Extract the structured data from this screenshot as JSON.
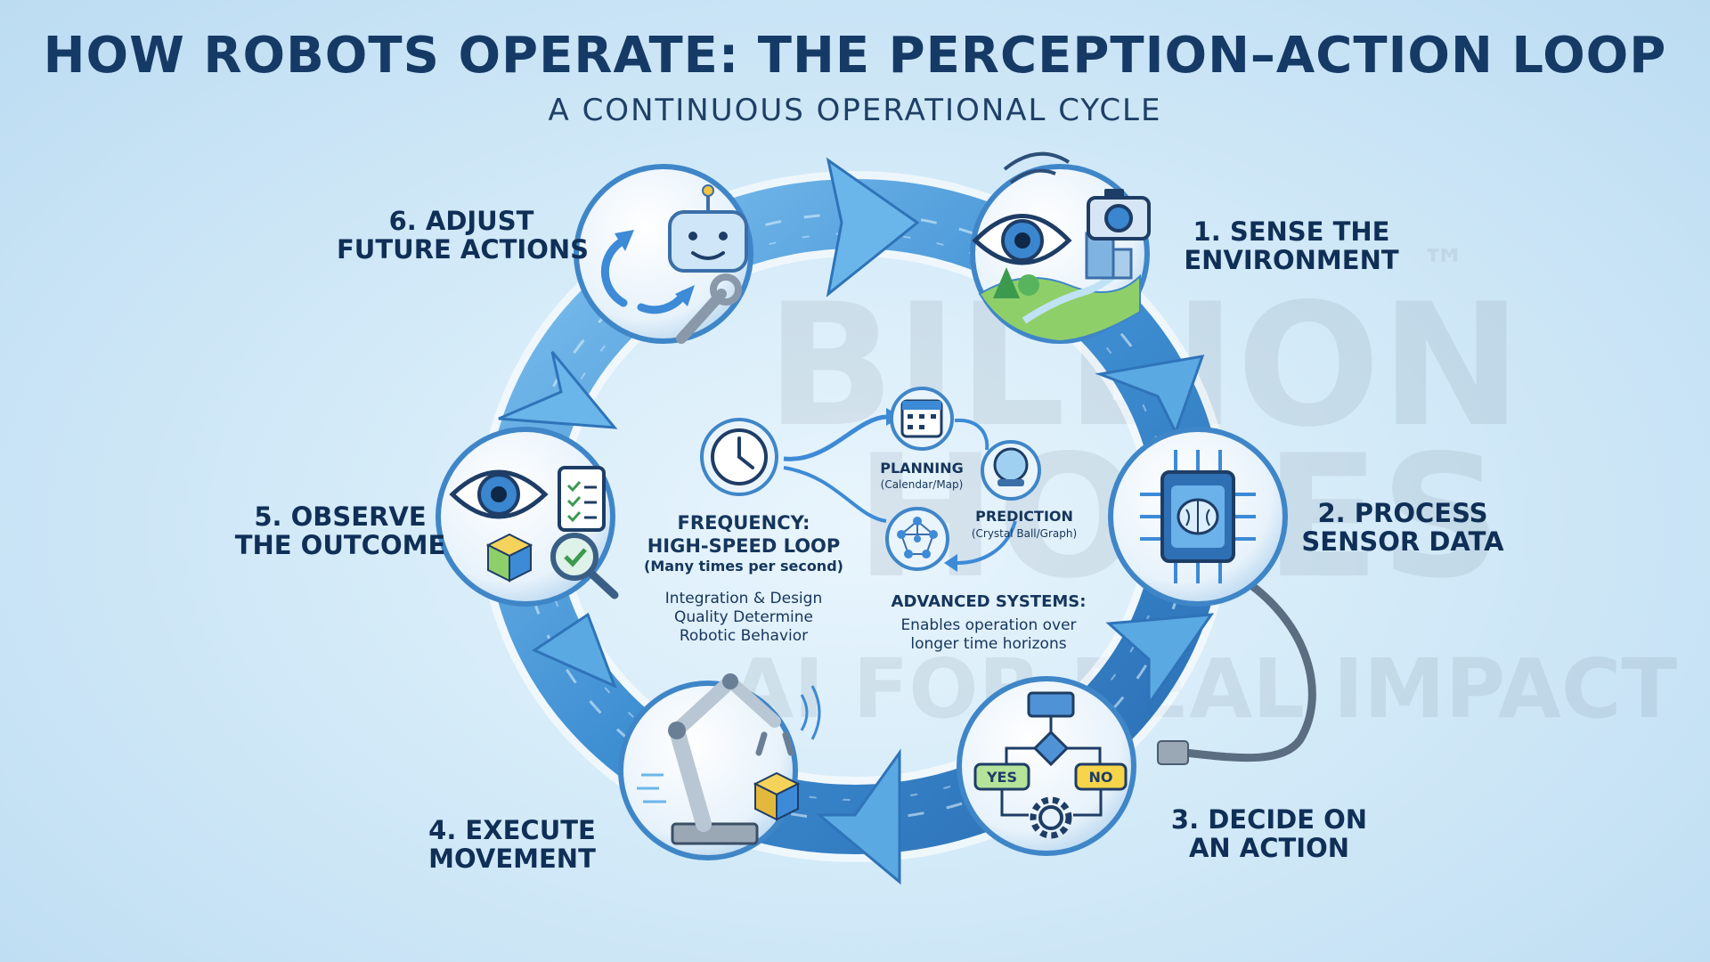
{
  "title": "HOW ROBOTS OPERATE: THE PERCEPTION–ACTION LOOP",
  "subtitle": "A CONTINUOUS OPERATIONAL CYCLE",
  "watermark": {
    "line1": "BILLION",
    "line2": "HOPES",
    "line3": "AI FOR REAL IMPACT",
    "trademark": "™"
  },
  "steps": [
    {
      "label_line1": "1. SENSE THE",
      "label_line2": "ENVIRONMENT",
      "icons": [
        "eye-icon",
        "camera-icon",
        "landscape-icon"
      ]
    },
    {
      "label_line1": "2. PROCESS",
      "label_line2": "SENSOR DATA",
      "icons": [
        "processor-chip-icon",
        "brain-icon",
        "usb-cable-icon"
      ]
    },
    {
      "label_line1": "3. DECIDE ON",
      "label_line2": "AN ACTION",
      "icons": [
        "flowchart-icon",
        "gear-icon"
      ]
    },
    {
      "label_line1": "4. EXECUTE",
      "label_line2": "MOVEMENT",
      "icons": [
        "robotic-arm-icon",
        "cube-icon"
      ]
    },
    {
      "label_line1": "5. OBSERVE",
      "label_line2": "THE OUTCOME",
      "icons": [
        "eye-icon",
        "checklist-icon",
        "magnifier-check-icon",
        "cube-icon"
      ]
    },
    {
      "label_line1": "6. ADJUST",
      "label_line2": "FUTURE ACTIONS",
      "icons": [
        "robot-head-icon",
        "refresh-arrows-icon",
        "wrench-icon"
      ]
    }
  ],
  "decision": {
    "yes": "YES",
    "no": "NO"
  },
  "center": {
    "frequency_title_line1": "FREQUENCY:",
    "frequency_title_line2": "HIGH-SPEED LOOP",
    "frequency_sub": "(Many times per second)",
    "note_line1": "Integration & Design",
    "note_line2": "Quality Determine",
    "note_line3": "Robotic Behavior",
    "planning_label": "PLANNING",
    "planning_sub": "(Calendar/Map)",
    "prediction_label": "PREDICTION",
    "prediction_sub": "(Crystal Ball/Graph)",
    "advanced_title": "ADVANCED SYSTEMS:",
    "advanced_line1": "Enables operation over",
    "advanced_line2": "longer time horizons",
    "icons": [
      "clock-icon",
      "calendar-icon",
      "crystal-ball-icon",
      "network-graph-icon"
    ]
  },
  "colors": {
    "title": "#163a66",
    "ring_light": "#9fd0f2",
    "ring_dark": "#2f73b8",
    "badge_yes": "#b5e39a",
    "badge_no": "#f7d54a"
  }
}
